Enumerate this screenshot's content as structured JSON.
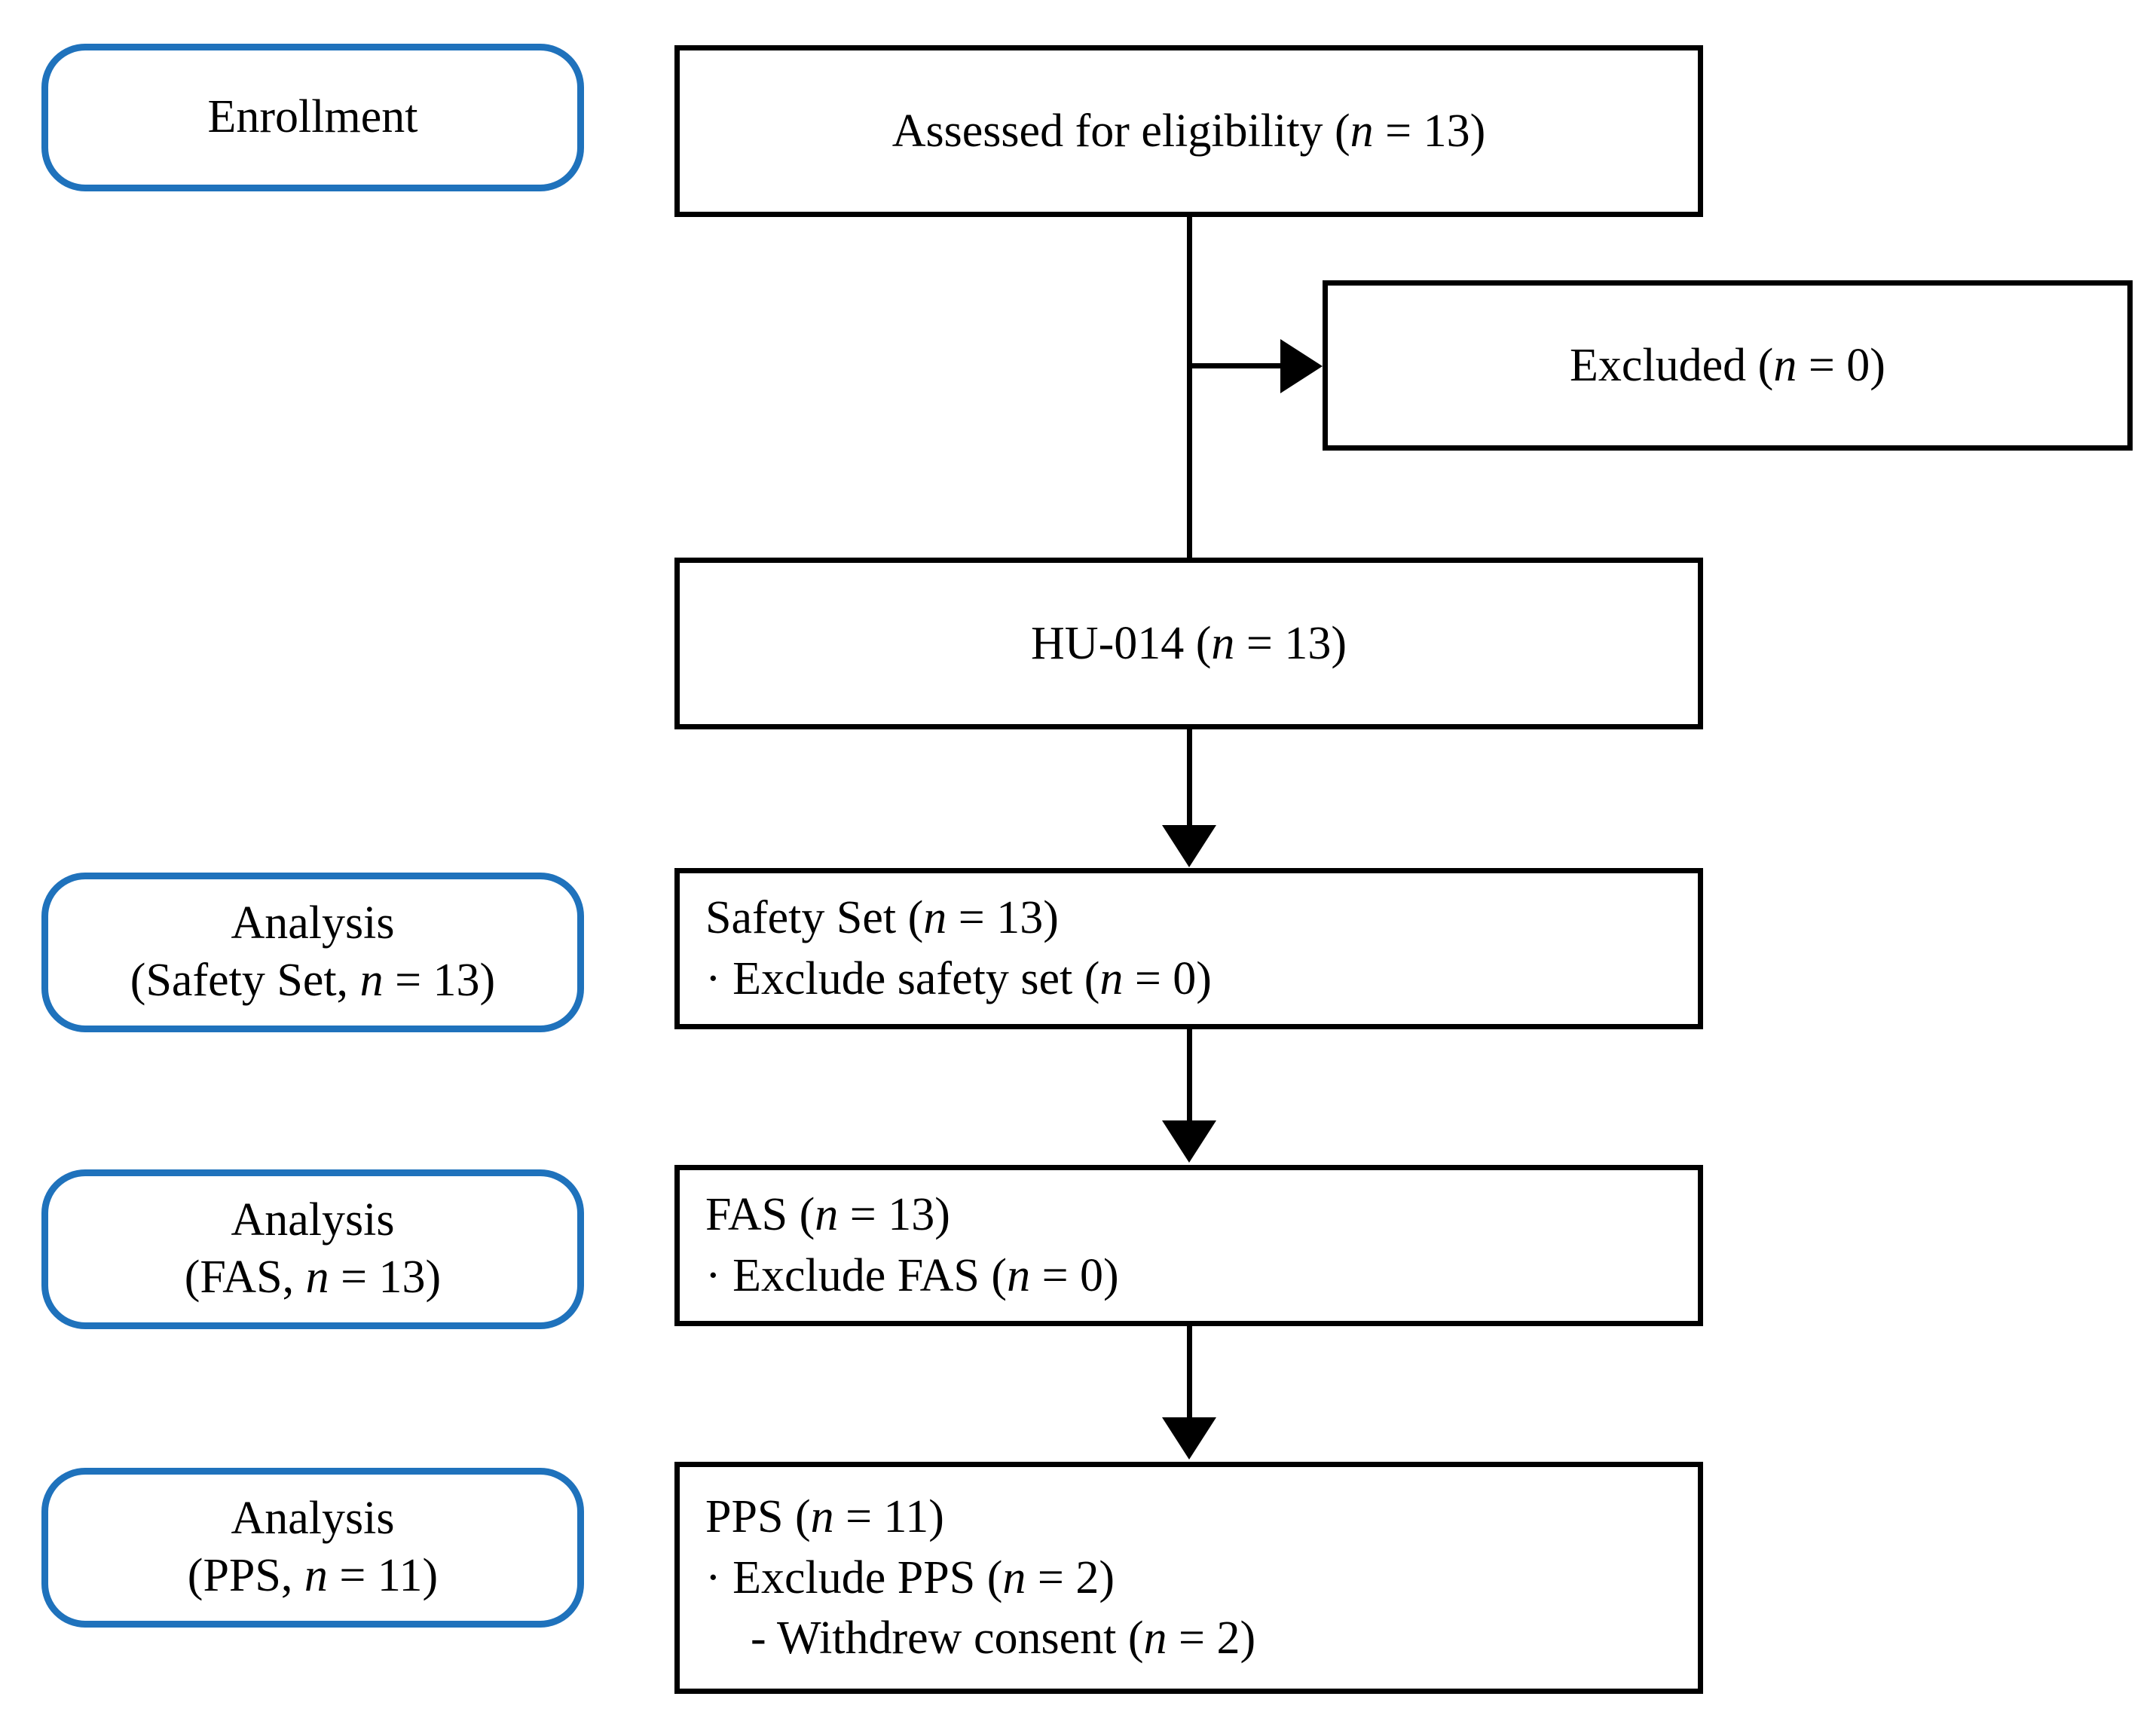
{
  "diagram": {
    "type": "consort-flow-diagram",
    "colors": {
      "stage_border": "#1F72BC",
      "box_border": "#000000",
      "text": "#000000",
      "background": "#FFFFFF"
    },
    "stages": [
      {
        "id": "enrollment",
        "line1": "Enrollment",
        "line2": ""
      },
      {
        "id": "analysis-safety-set",
        "line1": "Analysis",
        "line2_pre": "(Safety Set, ",
        "line2_var": "n",
        "line2_post": " = 13)"
      },
      {
        "id": "analysis-fas",
        "line1": "Analysis",
        "line2_pre": "(FAS, ",
        "line2_var": "n",
        "line2_post": " = 13)"
      },
      {
        "id": "analysis-pps",
        "line1": "Analysis",
        "line2_pre": "(PPS, ",
        "line2_var": "n",
        "line2_post": " = 11)"
      }
    ],
    "nodes": {
      "assessed": {
        "line1_pre": "Assessed for eligibility (",
        "line1_var": "n",
        "line1_post": " = 13)"
      },
      "excluded": {
        "line1_pre": "Excluded (",
        "line1_var": "n",
        "line1_post": " = 0)"
      },
      "treatment": {
        "line1_pre": "HU-014 (",
        "line1_var": "n",
        "line1_post": " = 13)"
      },
      "safety_set": {
        "line1_pre": "Safety Set (",
        "line1_var": "n",
        "line1_post": " = 13)",
        "line2_pre": "· Exclude safety set (",
        "line2_var": "n",
        "line2_post": " = 0)"
      },
      "fas": {
        "line1_pre": "FAS (",
        "line1_var": "n",
        "line1_post": " = 13)",
        "line2_pre": "· Exclude FAS (",
        "line2_var": "n",
        "line2_post": " = 0)"
      },
      "pps": {
        "line1_pre": "PPS (",
        "line1_var": "n",
        "line1_post": " = 11)",
        "line2_pre": "· Exclude PPS (",
        "line2_var": "n",
        "line2_post": " = 2)",
        "line3_pre": "- Withdrew consent (",
        "line3_var": "n",
        "line3_post": " = 2)"
      }
    },
    "counts": {
      "assessed_for_eligibility": 13,
      "excluded": 0,
      "treated_hu_014": 13,
      "safety_set": 13,
      "excluded_safety_set": 0,
      "fas": 13,
      "excluded_fas": 0,
      "pps": 11,
      "excluded_pps": 2,
      "withdrew_consent": 2
    }
  }
}
